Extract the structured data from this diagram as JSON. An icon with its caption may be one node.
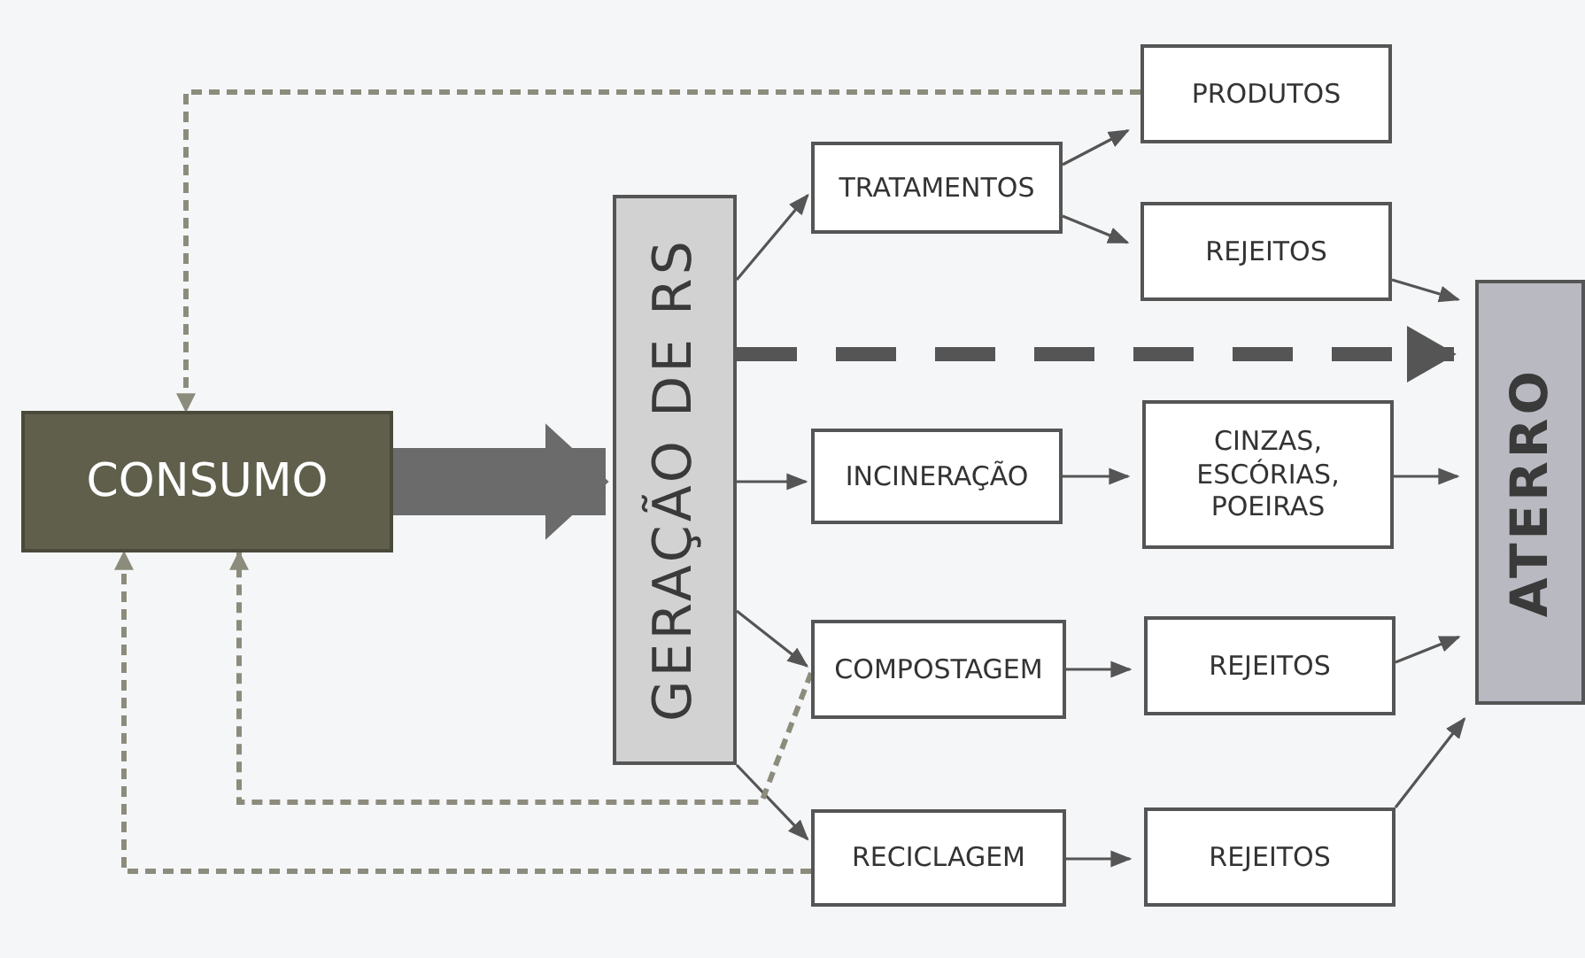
{
  "diagram": {
    "nodes": [
      {
        "text": [
          "CONSUMO"
        ]
      },
      {
        "text": [
          "GERAÇÃO DE RS"
        ]
      },
      {
        "text": [
          "TRATAMENTOS"
        ]
      },
      {
        "text": [
          "PRODUTOS"
        ]
      },
      {
        "text": [
          "REJEITOS"
        ]
      },
      {
        "text": [
          "ATERRO"
        ]
      },
      {
        "text": [
          "INCINERAÇÃO"
        ]
      },
      {
        "text": [
          "CINZAS, ESCÓRIAS, POEIRAS"
        ]
      },
      {
        "text": [
          "COMPOSTAGEM"
        ]
      },
      {
        "text": [
          "REJEITOS"
        ]
      },
      {
        "text": [
          "RECICLAGEM"
        ]
      },
      {
        "text": [
          "REJEITOS"
        ]
      }
    ],
    "edges": [
      {
        "from": 0,
        "to": 1,
        "arrow": "to",
        "style": "thick"
      },
      {
        "from": 1,
        "to": 2,
        "arrow": "to"
      },
      {
        "from": 1,
        "to": 6,
        "arrow": "to"
      },
      {
        "from": 1,
        "to": 8,
        "arrow": "to"
      },
      {
        "from": 1,
        "to": 10,
        "arrow": "to"
      },
      {
        "from": 2,
        "to": 3,
        "arrow": "to"
      },
      {
        "from": 2,
        "to": 4,
        "arrow": "to"
      },
      {
        "from": 1,
        "to": 5,
        "arrow": "to",
        "style": "dashed"
      },
      {
        "from": 4,
        "to": 5,
        "arrow": "to"
      },
      {
        "from": 6,
        "to": 7,
        "arrow": "to"
      },
      {
        "from": 7,
        "to": 5,
        "arrow": "to"
      },
      {
        "from": 8,
        "to": 9,
        "arrow": "to"
      },
      {
        "from": 9,
        "to": 5,
        "arrow": "to"
      },
      {
        "from": 10,
        "to": 11,
        "arrow": "to"
      },
      {
        "from": 11,
        "to": 5,
        "arrow": "to"
      },
      {
        "from": 3,
        "to": 0,
        "arrow": "to",
        "style": "dashed",
        "color": "#8c8c7c"
      },
      {
        "from": 8,
        "to": 0,
        "arrow": "to",
        "style": "dashed",
        "color": "#8c8c7c"
      },
      {
        "from": 10,
        "to": 0,
        "arrow": "to",
        "style": "dashed",
        "color": "#8c8c7c"
      }
    ]
  }
}
